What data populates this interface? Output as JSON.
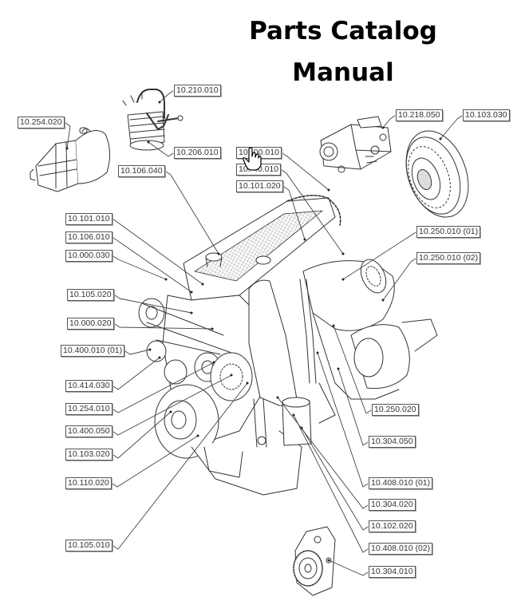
{
  "title": {
    "line1": "Parts Catalog",
    "line2": "Manual"
  },
  "diagram": {
    "subject": "engine exploded view",
    "callouts": [
      {
        "id": "c01",
        "label": "10.254.020"
      },
      {
        "id": "c02",
        "label": "10.210.010"
      },
      {
        "id": "c03",
        "label": "10.206.010"
      },
      {
        "id": "c04",
        "label": "10.106.040"
      },
      {
        "id": "c05",
        "label": "10.  00.010"
      },
      {
        "id": "c06",
        "label": "10.   .0.010"
      },
      {
        "id": "c07",
        "label": "10.101.020"
      },
      {
        "id": "c08",
        "label": "10.218.050"
      },
      {
        "id": "c09",
        "label": "10.103.030"
      },
      {
        "id": "c10",
        "label": "10.101.010"
      },
      {
        "id": "c11",
        "label": "10.106.010"
      },
      {
        "id": "c12",
        "label": "10.000.030"
      },
      {
        "id": "c13",
        "label": "10.105.020"
      },
      {
        "id": "c14",
        "label": "10.000.020"
      },
      {
        "id": "c15",
        "label": "10.400.010 (01)"
      },
      {
        "id": "c16",
        "label": "10.414.030"
      },
      {
        "id": "c17",
        "label": "10.254.010"
      },
      {
        "id": "c18",
        "label": "10.400.050"
      },
      {
        "id": "c19",
        "label": "10.103.020"
      },
      {
        "id": "c20",
        "label": "10.110.020"
      },
      {
        "id": "c21",
        "label": "10.105.010"
      },
      {
        "id": "c22",
        "label": "10.250.010 (01)"
      },
      {
        "id": "c23",
        "label": "10.250.010 (02)"
      },
      {
        "id": "c24",
        "label": "10.250.020"
      },
      {
        "id": "c25",
        "label": "10.304.050"
      },
      {
        "id": "c26",
        "label": "10.408.010 (01)"
      },
      {
        "id": "c27",
        "label": "10.304.020"
      },
      {
        "id": "c28",
        "label": "10.102.020"
      },
      {
        "id": "c29",
        "label": "10.408.010 (02)"
      },
      {
        "id": "c30",
        "label": "10.304.010"
      }
    ]
  },
  "cursor": {
    "icon": "hand-pointer-icon"
  }
}
